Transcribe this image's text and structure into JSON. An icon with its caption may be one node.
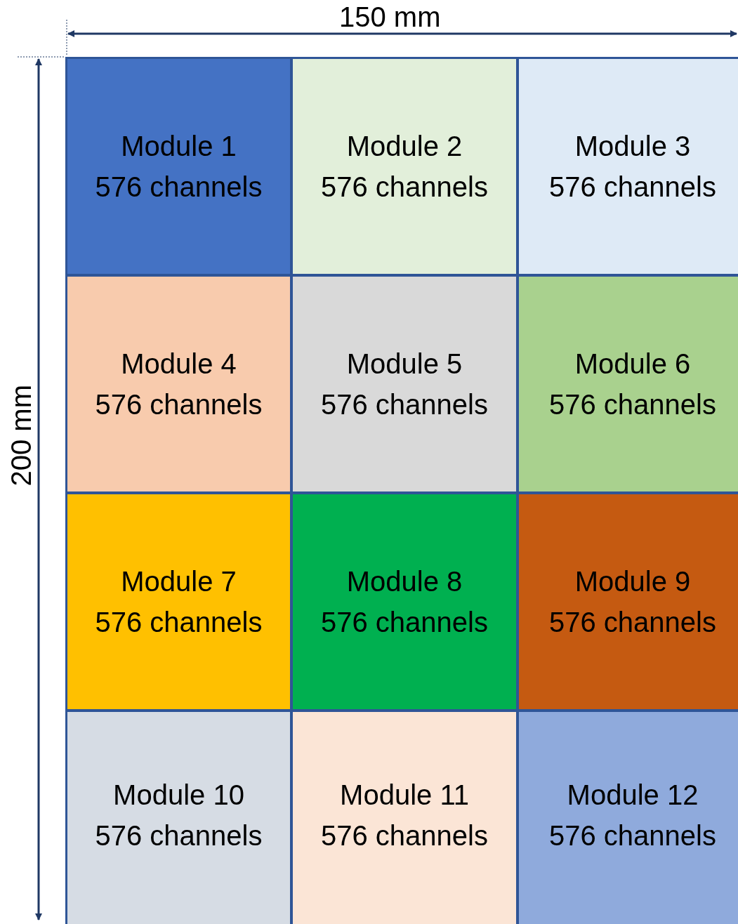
{
  "diagram": {
    "nodes": [
      {
        "text": [
          "Module 1",
          "576 channels"
        ]
      },
      {
        "text": [
          "Module 2",
          "576 channels"
        ]
      },
      {
        "text": [
          "Module 3",
          "576 channels"
        ]
      },
      {
        "text": [
          "Module 4",
          "576 channels"
        ]
      },
      {
        "text": [
          "Module 5",
          "576 channels"
        ]
      },
      {
        "text": [
          "Module 6",
          "576 channels"
        ]
      },
      {
        "text": [
          "Module 7",
          "576 channels"
        ]
      },
      {
        "text": [
          "Module 8",
          "576 channels"
        ]
      },
      {
        "text": [
          "Module 9",
          "576 channels"
        ]
      },
      {
        "text": [
          "Module 10",
          "576 channels"
        ]
      },
      {
        "text": [
          "Module 11",
          "576 channels"
        ]
      },
      {
        "text": [
          "Module 12",
          "576 channels"
        ]
      }
    ],
    "labels": [
      "150 mm",
      "200 mm"
    ]
  }
}
